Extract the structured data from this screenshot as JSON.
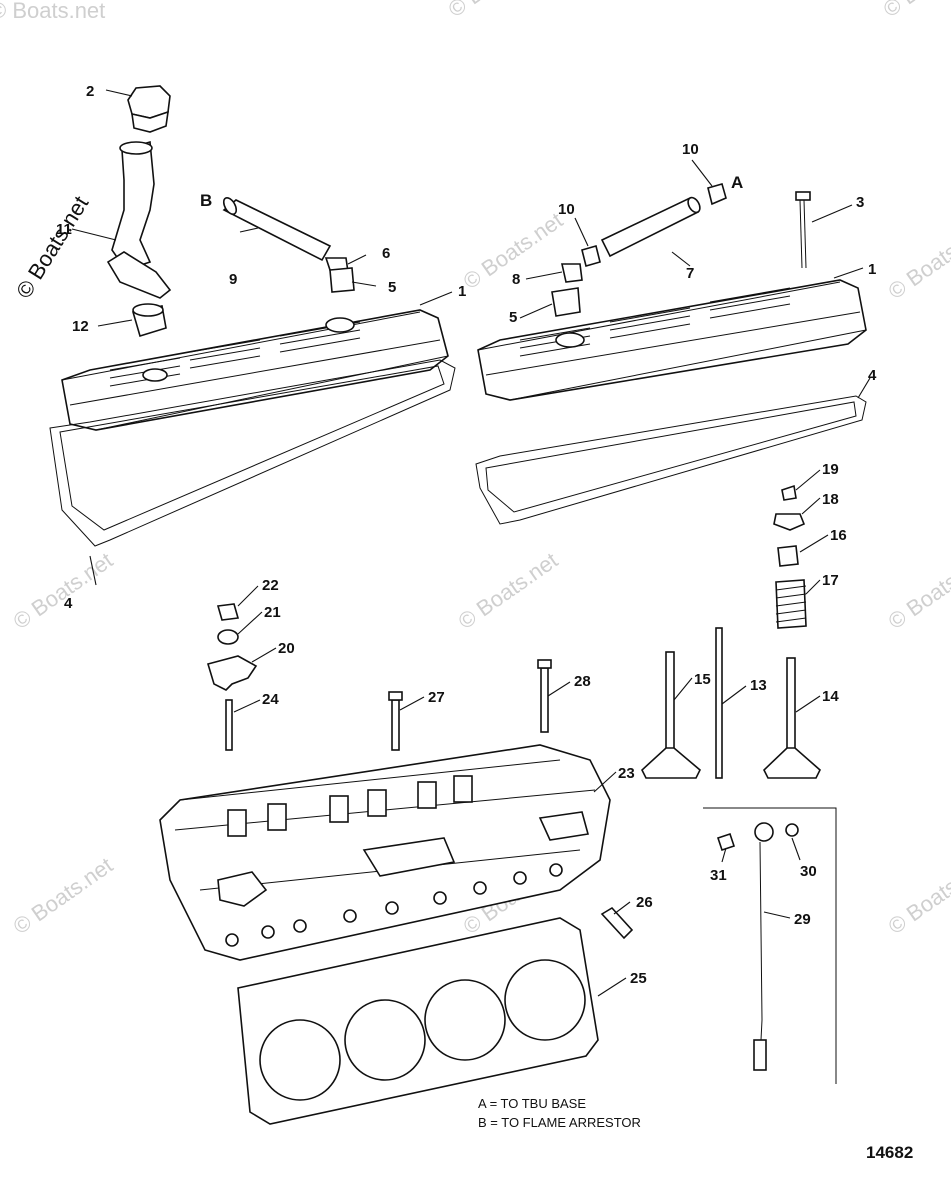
{
  "watermark": {
    "text": "© Boats.net"
  },
  "callouts": {
    "c1a": "1",
    "c1b": "1",
    "c2": "2",
    "c3": "3",
    "c4a": "4",
    "c4b": "4",
    "c5a": "5",
    "c5b": "5",
    "c6": "6",
    "c7": "7",
    "c8": "8",
    "c9": "9",
    "c10a": "10",
    "c10b": "10",
    "c11": "11",
    "c12": "12",
    "c13": "13",
    "c14": "14",
    "c15": "15",
    "c16": "16",
    "c17": "17",
    "c18": "18",
    "c19": "19",
    "c20": "20",
    "c21": "21",
    "c22": "22",
    "c23": "23",
    "c24": "24",
    "c25": "25",
    "c26": "26",
    "c27": "27",
    "c28": "28",
    "c29": "29",
    "c30": "30",
    "c31": "31"
  },
  "markers": {
    "a": "A",
    "b": "B"
  },
  "legend": {
    "line_a": "A = TO TBU BASE",
    "line_b": "B = TO FLAME ARRESTOR"
  },
  "diagram_number": "14682"
}
